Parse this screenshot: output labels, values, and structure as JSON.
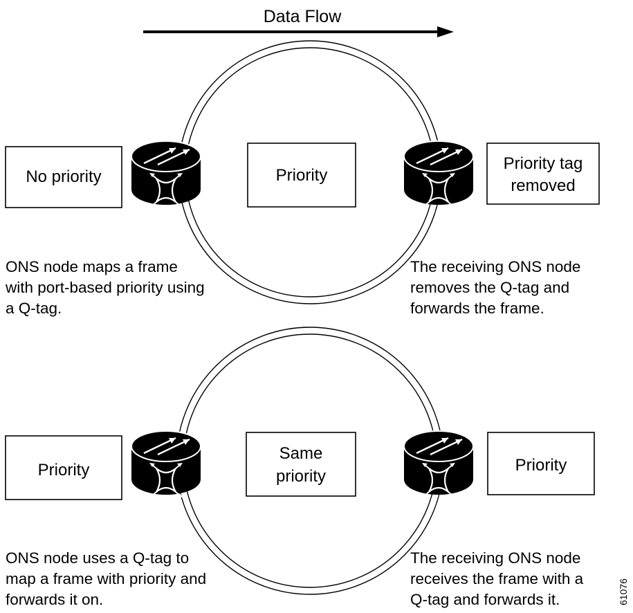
{
  "title": "Data Flow",
  "figure_id": "61076",
  "top_scenario": {
    "left_box": [
      "No priority"
    ],
    "center_box": [
      "Priority"
    ],
    "right_box": [
      "Priority tag",
      "removed"
    ],
    "left_caption": [
      "ONS node maps a frame",
      "with port-based priority using",
      "a Q-tag."
    ],
    "right_caption": [
      "The receiving ONS node",
      "removes the Q-tag and",
      "forwards the frame."
    ]
  },
  "bottom_scenario": {
    "left_box": [
      "Priority"
    ],
    "center_box": [
      "Same",
      "priority"
    ],
    "right_box": [
      "Priority"
    ],
    "left_caption": [
      "ONS node uses a Q-tag to",
      "map a frame with priority and",
      "forwards it on."
    ],
    "right_caption": [
      "The receiving ONS node",
      "receives the frame with a",
      "Q-tag and forwards it."
    ]
  },
  "icons": {
    "node": "ons-node-switch-icon",
    "arrow": "data-flow-arrow-icon"
  }
}
